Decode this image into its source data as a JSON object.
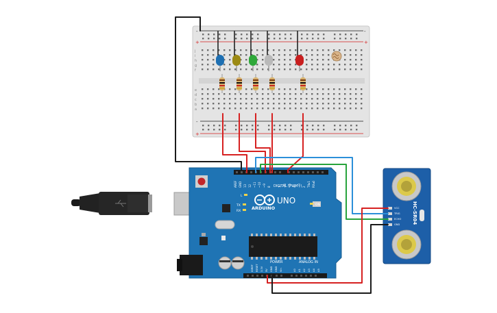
{
  "arduino": {
    "logo": "ARDUINO",
    "model": "UNO",
    "digital_label": "DIGITAL (PWM~)",
    "power_label": "POWER",
    "analog_label": "ANALOG IN",
    "aref": "AREF",
    "gnd": "GND",
    "on_label": "ON",
    "tx": "TX",
    "rx": "RX",
    "l_label": "L",
    "pin_13": "13",
    "pin_12": "12",
    "pin_11": "~11",
    "pin_10": "~10",
    "pin_9": "~9",
    "pin_8": "8",
    "pin_7": "7",
    "pin_6": "~6",
    "pin_5": "~5",
    "pin_4": "4",
    "pin_3": "~3",
    "pin_2": "2",
    "pin_1": "TX▸1",
    "pin_0": "RX◂0",
    "pow_ioref": "IOREF",
    "pow_reset": "RESET",
    "pow_3v3": "3.3V",
    "pow_5v": "5V",
    "pow_gnd1": "GND",
    "pow_gnd2": "GND",
    "pow_vin": "Vin",
    "a0": "A0",
    "a1": "A1",
    "a2": "A2",
    "a3": "A3",
    "a4": "A4",
    "a5": "A5"
  },
  "sensor": {
    "name": "HC-SR04",
    "vcc": "VCC",
    "trig": "TRIG",
    "echo": "ECHO",
    "gnd": "GND"
  },
  "breadboard": {
    "rows_top": [
      "j",
      "i",
      "h",
      "g",
      "f"
    ],
    "rows_bottom": [
      "e",
      "d",
      "c",
      "b",
      "a"
    ],
    "plus": "+",
    "minus": "-"
  },
  "colors": {
    "board_blue": "#1f74b4",
    "wire_red": "#d62020",
    "wire_black": "#1a1a1a",
    "wire_blue": "#2b8fd9",
    "wire_green": "#27a33b",
    "led_blue": "#1d6fb2",
    "led_yellow": "#9c8a14",
    "led_green": "#2fa83a",
    "led_white": "#b9b9b9",
    "led_red": "#c81e1e"
  }
}
